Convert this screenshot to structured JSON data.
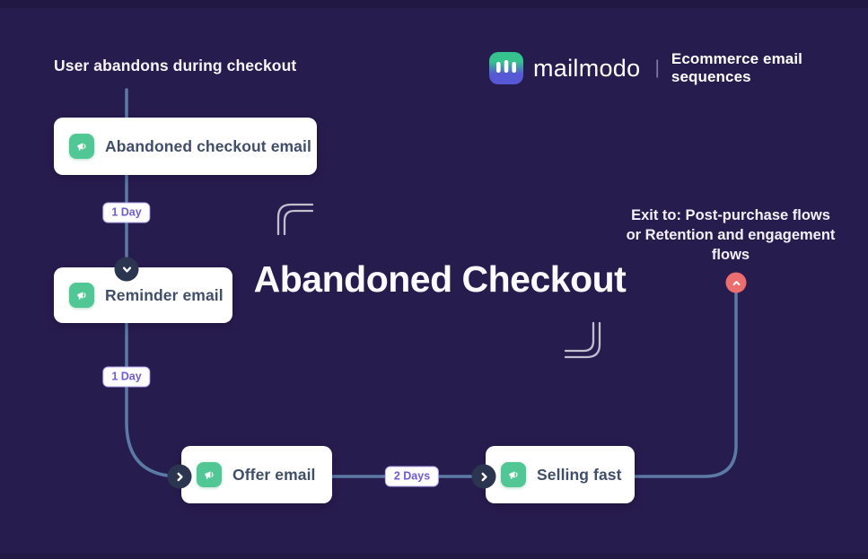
{
  "title": "Abandoned Checkout",
  "flow": {
    "start_label": "User abandons during checkout",
    "nodes": [
      {
        "label": "Abandoned checkout email",
        "icon": "megaphone-icon"
      },
      {
        "label": "Reminder email",
        "icon": "megaphone-icon"
      },
      {
        "label": "Offer email",
        "icon": "megaphone-icon"
      },
      {
        "label": "Selling fast",
        "icon": "megaphone-icon"
      }
    ],
    "delays": [
      {
        "label": "1 Day"
      },
      {
        "label": "1 Day"
      },
      {
        "label": "2 Days"
      }
    ],
    "exit_note": "Exit to: Post-purchase flows\nor Retention and engagement\nflows"
  },
  "brand": {
    "name": "mailmodo",
    "divider": "|",
    "tagline": "Ecommerce email sequences"
  },
  "colors": {
    "background": "#271c4e",
    "connector_line": "#5b7aa6",
    "card_background": "#ffffff",
    "card_text": "#414e69",
    "node_icon_green": "#50c795",
    "delay_text": "#6f5cd6",
    "delay_border": "#b8abf2",
    "marker_dark": "#2b3550",
    "exit_marker_red": "#ec6e6e",
    "logo_gradient_top": "#35c28f",
    "logo_gradient_bottom": "#5658d5"
  }
}
